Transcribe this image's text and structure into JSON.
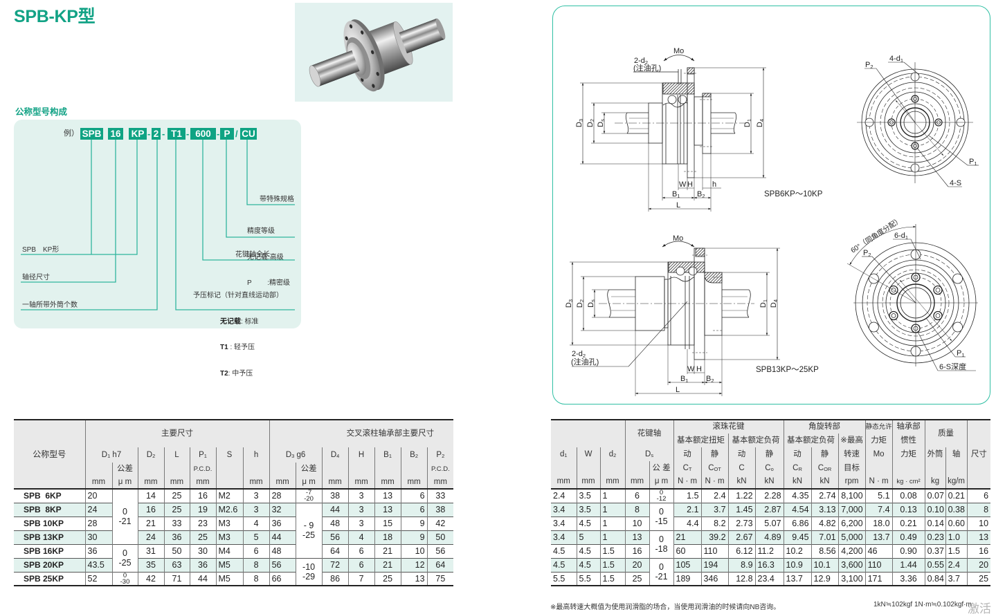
{
  "colors": {
    "accent": "#12a285",
    "code_box": "#0fa383",
    "panel_bg": "#e2f2ee",
    "header_bg": "#e9e9e9",
    "row_highlight": "#e2f2ee",
    "drawing_frame": "#2fbfa3"
  },
  "page": {
    "title": "SPB-KP型"
  },
  "product_photo": {
    "icon": "ball-spline-rotary-unit-photo"
  },
  "model_code": {
    "heading": "公称型号构成",
    "example_label": "例）",
    "parts": {
      "series": "SPB",
      "shaft": "16",
      "type": "KP",
      "count": "2",
      "preload": "T1",
      "length": "600",
      "accuracy": "P",
      "special": "CU"
    },
    "separators": {
      "s1": "-",
      "s2": "-",
      "s3": "-",
      "s4": "-",
      "s5": "/"
    },
    "legend": {
      "series": "SPB　KP形",
      "shaft": "轴径尺寸",
      "count": "一轴所带外筒个数",
      "preload_title": "予压标记（针对直线运动部）",
      "preload_options": [
        {
          "key": "无记载",
          "value": ": 标准"
        },
        {
          "key": "T1",
          "value": " : 轻予压"
        },
        {
          "key": "T2",
          "value": ": 中予压"
        }
      ],
      "length": "花键轴全长",
      "accuracy_title": "精度等级",
      "accuracy_options": [
        {
          "key": "无记载",
          "value": ":高级"
        },
        {
          "key": "P",
          "value": "　　 :精密级"
        }
      ],
      "special": "带特殊规格"
    }
  },
  "drawing": {
    "moment_label": "Mo",
    "oil_hole": [
      "2-d",
      "2"
    ],
    "oil_hole_note": "(注油孔)",
    "dims": {
      "D1": [
        "D",
        "1"
      ],
      "D2": [
        "D",
        "2"
      ],
      "D3": [
        "D",
        "3"
      ],
      "D4": [
        "D",
        "4"
      ],
      "Ds": [
        "D",
        "s"
      ],
      "B1": [
        "B",
        "1"
      ],
      "B2": [
        "B",
        "2"
      ],
      "P1": [
        "P",
        "1"
      ],
      "P2": [
        "P",
        "2"
      ],
      "W": "W",
      "H": "H",
      "h": "h",
      "L": "L"
    },
    "view_small": {
      "caption": "SPB6KP～10KP",
      "holes_d1": [
        "4-d",
        "1"
      ],
      "holes_s": "4-S"
    },
    "view_large": {
      "caption": "SPB13KP～25KP",
      "holes_d1": [
        "6-d",
        "1"
      ],
      "holes_s": "6-S深度",
      "angle_note": "60°（同角度分配）"
    }
  },
  "table_left": {
    "header": {
      "model": "公称型号",
      "main_dims": "主要尺寸",
      "bearing_dims": "交叉滚柱轴承部主要尺寸",
      "D1": {
        "base": "D",
        "sub": "1",
        "suffix": " h7"
      },
      "D2": {
        "base": "D",
        "sub": "2"
      },
      "L": "L",
      "P1": {
        "base": "P",
        "sub": "1"
      },
      "S": "S",
      "h": "h",
      "D3": {
        "base": "D",
        "sub": "3",
        "suffix": " g6"
      },
      "D4": {
        "base": "D",
        "sub": "4"
      },
      "H": "H",
      "B1": {
        "base": "B",
        "sub": "1"
      },
      "B2": {
        "base": "B",
        "sub": "2"
      },
      "P2": {
        "base": "P",
        "sub": "2"
      },
      "tolerance": "公差",
      "pcd": "P.C.D.",
      "unit_mm": "mm",
      "unit_um": "μ m"
    },
    "rows": [
      {
        "model": "SPB  6KP",
        "D1": "20",
        "D1_tol": {
          "upper": "0",
          "lower": "-21"
        },
        "D2": "14",
        "L": "25",
        "P1": "16",
        "S": "M2",
        "h": "3",
        "D3": "28",
        "D3_tol": {
          "upper": "-7",
          "lower": "-20"
        },
        "D4": "38",
        "H": "3",
        "B1": "13",
        "B2": "6",
        "P2": "33"
      },
      {
        "model": "SPB  8KP",
        "D1": "24",
        "D1_tol": {
          "upper": "0",
          "lower": "-21"
        },
        "D2": "16",
        "L": "25",
        "P1": "19",
        "S": "M2.6",
        "h": "3",
        "D3": "32",
        "D3_tol": {
          "upper": "- 9",
          "lower": "-25"
        },
        "D4": "44",
        "H": "3",
        "B1": "13",
        "B2": "6",
        "P2": "38"
      },
      {
        "model": "SPB 10KP",
        "D1": "28",
        "D1_tol": {
          "upper": "0",
          "lower": "-21"
        },
        "D2": "21",
        "L": "33",
        "P1": "23",
        "S": "M3",
        "h": "4",
        "D3": "36",
        "D3_tol": {
          "upper": "- 9",
          "lower": "-25"
        },
        "D4": "48",
        "H": "3",
        "B1": "15",
        "B2": "9",
        "P2": "42"
      },
      {
        "model": "SPB 13KP",
        "D1": "30",
        "D1_tol": {
          "upper": "0",
          "lower": "-21"
        },
        "D2": "24",
        "L": "36",
        "P1": "25",
        "S": "M3",
        "h": "5",
        "D3": "44",
        "D3_tol": {
          "upper": "- 9",
          "lower": "-25"
        },
        "D4": "56",
        "H": "4",
        "B1": "18",
        "B2": "9",
        "P2": "50"
      },
      {
        "model": "SPB 16KP",
        "D1": "36",
        "D1_tol": {
          "upper": "0",
          "lower": "-25"
        },
        "D2": "31",
        "L": "50",
        "P1": "30",
        "S": "M4",
        "h": "6",
        "D3": "48",
        "D3_tol": {
          "upper": "- 9",
          "lower": "-25"
        },
        "D4": "64",
        "H": "6",
        "B1": "21",
        "B2": "10",
        "P2": "56"
      },
      {
        "model": "SPB 20KP",
        "D1": "43.5",
        "D1_tol": {
          "upper": "0",
          "lower": "-25"
        },
        "D2": "35",
        "L": "63",
        "P1": "36",
        "S": "M5",
        "h": "8",
        "D3": "56",
        "D3_tol": {
          "upper": "-10",
          "lower": "-29"
        },
        "D4": "72",
        "H": "6",
        "B1": "21",
        "B2": "12",
        "P2": "64"
      },
      {
        "model": "SPB 25KP",
        "D1": "52",
        "D1_tol": {
          "upper": "0",
          "lower": "-30"
        },
        "D2": "42",
        "L": "71",
        "P1": "44",
        "S": "M5",
        "h": "8",
        "D3": "66",
        "D3_tol": {
          "upper": "-10",
          "lower": "-29"
        },
        "D4": "86",
        "H": "7",
        "B1": "25",
        "B2": "13",
        "P2": "75"
      }
    ]
  },
  "table_right": {
    "header": {
      "spline_shaft": "花键轴",
      "ball_spline": "滚珠花键",
      "rotary": "角旋转部",
      "static_allow": "静态允许",
      "bearing": "轴承部",
      "mass": "质量",
      "size": "尺寸",
      "rated_torque": "基本额定扭矩",
      "rated_load": "基本额定负荷",
      "max": "※最高",
      "moment": "力矩",
      "inertia": "惯性",
      "d1": {
        "base": "d",
        "sub": "1"
      },
      "W": "W",
      "d2": {
        "base": "d",
        "sub": "2"
      },
      "Ds": {
        "base": "D",
        "sub": "s"
      },
      "dynamic": "动",
      "static": "静",
      "speed": "转速",
      "Mo": "Mo",
      "inertia_moment": "力矩",
      "outer": "外筒",
      "shaft": "轴",
      "tolerance": "公 差",
      "CT": {
        "base": "C",
        "sub": "T"
      },
      "COT": {
        "base": "C",
        "sub": "OT"
      },
      "C": "C",
      "Co": {
        "base": "C",
        "sub": "o"
      },
      "CR": {
        "base": "C",
        "sub": "R"
      },
      "COR": {
        "base": "C",
        "sub": "OR"
      },
      "target": "目标",
      "units": {
        "mm": "mm",
        "um": "μ m",
        "nm": "N · m",
        "kn": "kN",
        "rpm": "rpm",
        "kgcm2": "kg · cm²",
        "kg": "kg",
        "kgm": "kg/m"
      }
    },
    "rows": [
      {
        "d1": "2.4",
        "W": "3.5",
        "d2": "1",
        "Ds": "6",
        "Ds_tol": {
          "upper": "0",
          "lower": "-12"
        },
        "CT": "1.5",
        "COT": "2.4",
        "C": "1.22",
        "Co": "2.28",
        "CR": "4.35",
        "COR": "2.74",
        "speed": "8,100",
        "Mo": "5.1",
        "inertia": "0.08",
        "mass_outer": "0.07",
        "mass_shaft": "0.21",
        "size": "6"
      },
      {
        "d1": "3.4",
        "W": "3.5",
        "d2": "1",
        "Ds": "8",
        "Ds_tol": {
          "upper": "0",
          "lower": "-15"
        },
        "CT": "2.1",
        "COT": "3.7",
        "C": "1.45",
        "Co": "2.87",
        "CR": "4.54",
        "COR": "3.13",
        "speed": "7,000",
        "Mo": "7.4",
        "inertia": "0.13",
        "mass_outer": "0.10",
        "mass_shaft": "0.38",
        "size": "8"
      },
      {
        "d1": "3.4",
        "W": "4.5",
        "d2": "1",
        "Ds": "10",
        "Ds_tol": {
          "upper": "0",
          "lower": "-15"
        },
        "CT": "4.4",
        "COT": "8.2",
        "C": "2.73",
        "Co": "5.07",
        "CR": "6.86",
        "COR": "4.82",
        "speed": "6,200",
        "Mo": "18.0",
        "inertia": "0.21",
        "mass_outer": "0.14",
        "mass_shaft": "0.60",
        "size": "10"
      },
      {
        "d1": "3.4",
        "W": "5",
        "d2": "1",
        "Ds": "13",
        "Ds_tol": {
          "upper": "0",
          "lower": "-18"
        },
        "CT": "21",
        "COT": "39.2",
        "C": "2.67",
        "Co": "4.89",
        "CR": "9.45",
        "COR": "7.01",
        "speed": "5,000",
        "Mo": "13.7",
        "inertia": "0.49",
        "mass_outer": "0.23",
        "mass_shaft": "1.0",
        "size": "13"
      },
      {
        "d1": "4.5",
        "W": "4.5",
        "d2": "1.5",
        "Ds": "16",
        "Ds_tol": {
          "upper": "0",
          "lower": "-18"
        },
        "CT": "60",
        "COT": "110",
        "C": "6.12",
        "Co": "11.2",
        "CR": "10.2",
        "COR": "8.56",
        "speed": "4,200",
        "Mo": "46",
        "inertia": "0.90",
        "mass_outer": "0.37",
        "mass_shaft": "1.5",
        "size": "16"
      },
      {
        "d1": "4.5",
        "W": "4.5",
        "d2": "1.5",
        "Ds": "20",
        "Ds_tol": {
          "upper": "0",
          "lower": "-21"
        },
        "CT": "105",
        "COT": "194",
        "C": "8.9",
        "Co": "16.3",
        "CR": "10.9",
        "COR": "10.1",
        "speed": "3,600",
        "Mo": "110",
        "inertia": "1.44",
        "mass_outer": "0.55",
        "mass_shaft": "2.4",
        "size": "20"
      },
      {
        "d1": "5.5",
        "W": "5.5",
        "d2": "1.5",
        "Ds": "25",
        "Ds_tol": {
          "upper": "0",
          "lower": "-21"
        },
        "CT": "189",
        "COT": "346",
        "C": "12.8",
        "Co": "23.4",
        "CR": "13.7",
        "COR": "12.9",
        "speed": "3,100",
        "Mo": "171",
        "inertia": "3.36",
        "mass_outer": "0.84",
        "mass_shaft": "3.7",
        "size": "25"
      }
    ]
  },
  "footnote": {
    "speed_note": "※最高转速大概值为使用润滑脂的场合，当使用润滑油的时候请向NB咨询。",
    "conversion": "1kN≒102kgf  1N·m≒0.102kgf·m"
  },
  "watermark": "激活"
}
